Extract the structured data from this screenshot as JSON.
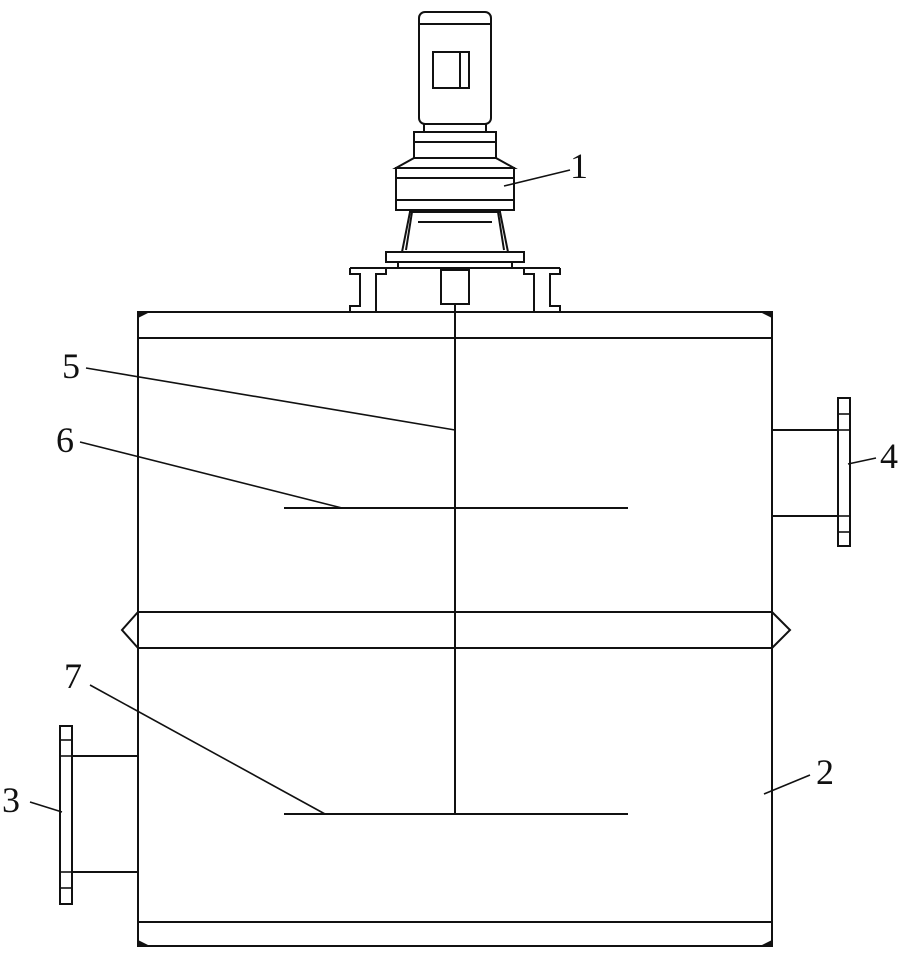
{
  "labels": {
    "l1": "1",
    "l2": "2",
    "l3": "3",
    "l4": "4",
    "l5": "5",
    "l6": "6",
    "l7": "7"
  },
  "colors": {
    "line": "#111111",
    "background": "#ffffff"
  }
}
